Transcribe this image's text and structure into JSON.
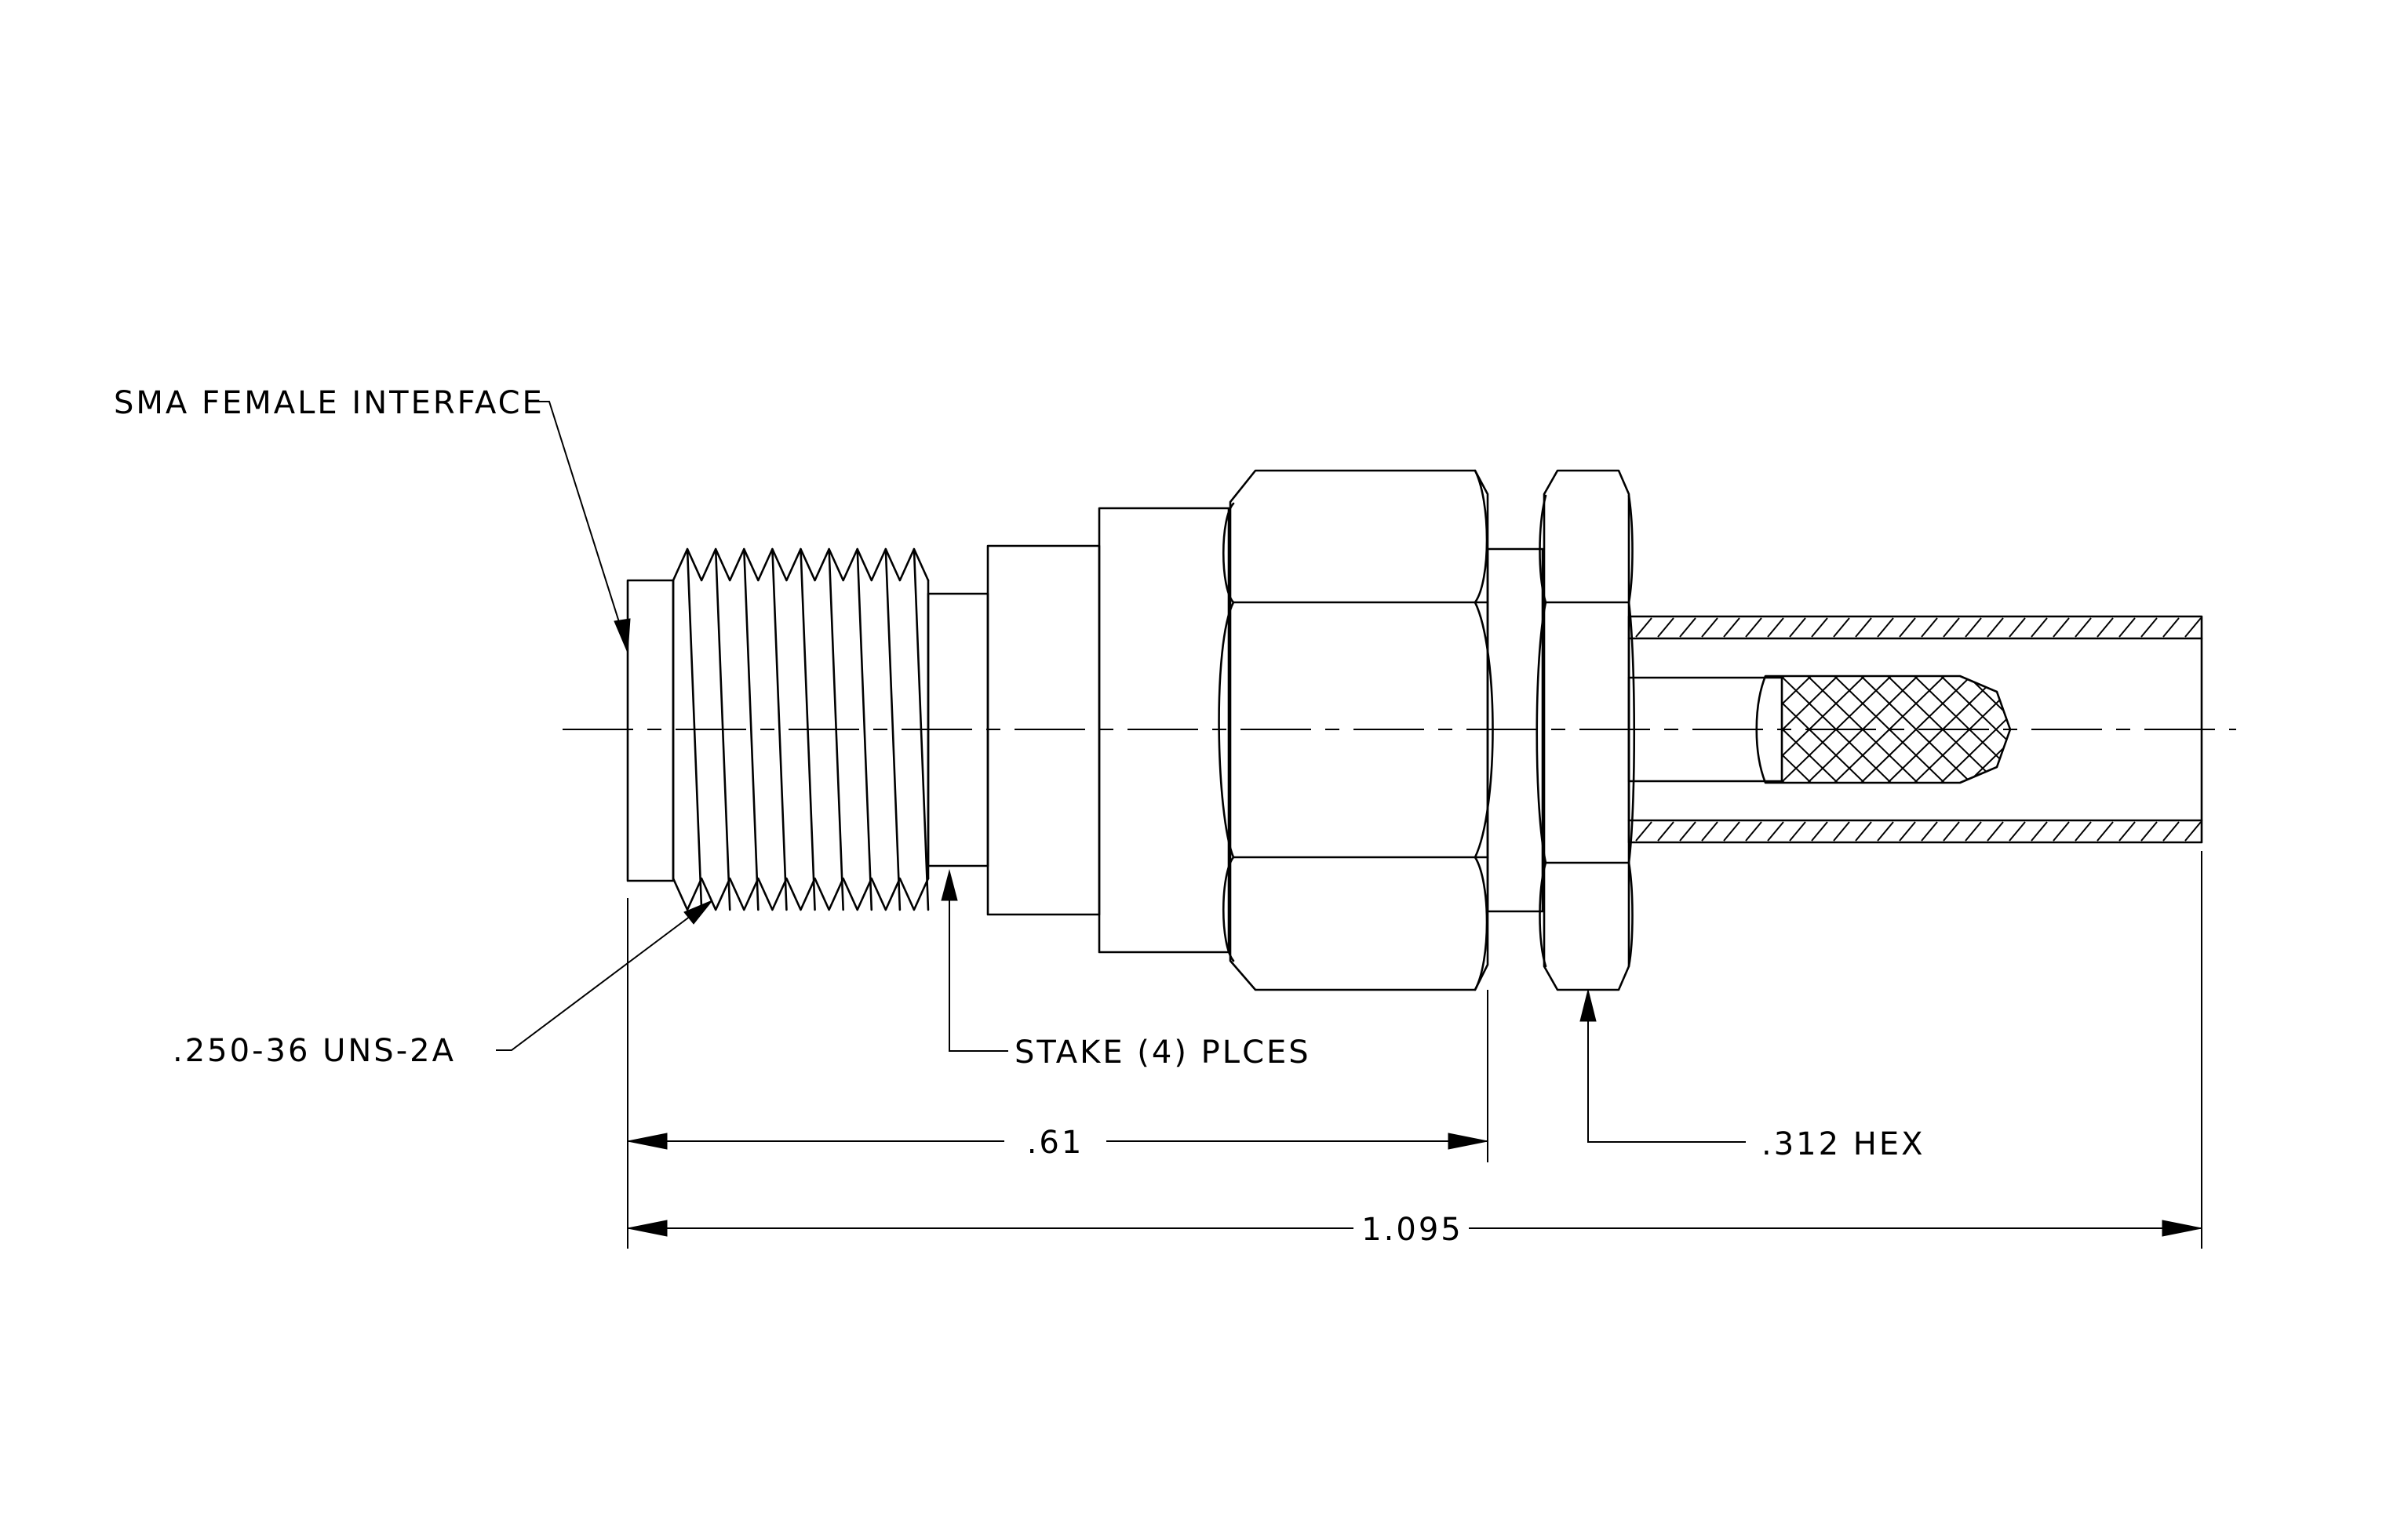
{
  "labels": {
    "interface": "SMA FEMALE INTERFACE",
    "thread": ".250-36 UNS-2A",
    "stake": "STAKE (4) PLCES",
    "hex": ".312 HEX"
  },
  "dimensions": {
    "body_length": ".61",
    "overall_length": "1.095"
  }
}
